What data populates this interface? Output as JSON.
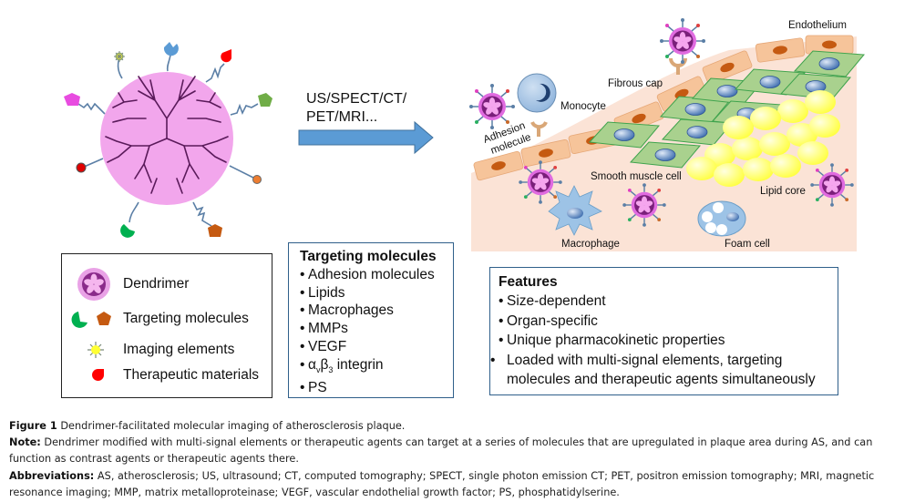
{
  "figure": {
    "modalities_label_line1": "US/SPECT/CT/",
    "modalities_label_line2": "PET/MRI...",
    "plaque_labels": {
      "endothelium": "Endothelium",
      "fibrous_cap": "Fibrous cap",
      "monocyte": "Monocyte",
      "adhesion_molecule_line1": "Adhesion",
      "adhesion_molecule_line2": "molecule",
      "smooth_muscle_cell": "Smooth muscle cell",
      "lipid_core": "Lipid core",
      "macrophage": "Macrophage",
      "foam_cell": "Foam cell"
    },
    "colors": {
      "dendrimer_fill": "#f2a6ec",
      "dendrimer_branches": "#5a1a5a",
      "arrow": "#5b9bd5",
      "tissue": "#fbe3d6",
      "endothelial_cell": "#f6c49a",
      "smooth_muscle": "#a9d18e",
      "lipid": "#ffff66",
      "box_border": "#2f5f8a"
    }
  },
  "legend": {
    "items": [
      {
        "icon": "dendrimer-icon",
        "label": "Dendrimer"
      },
      {
        "icon": "targeting-molecule-icons",
        "label": "Targeting molecules"
      },
      {
        "icon": "imaging-element-icon",
        "label": "Imaging elements"
      },
      {
        "icon": "therapeutic-material-icon",
        "label": "Therapeutic materials"
      }
    ]
  },
  "targeting_molecules": {
    "title": "Targeting molecules",
    "items": [
      "Adhesion molecules",
      "Lipids",
      "Macrophages",
      "MMPs",
      "VEGF",
      "αvβ3 integrin",
      "PS"
    ],
    "integrin_alpha": "α",
    "integrin_alpha_sub": "v",
    "integrin_beta": "β",
    "integrin_beta_sub": "3",
    "integrin_rest": " integrin"
  },
  "features": {
    "title": "Features",
    "items": [
      "Size-dependent",
      "Organ-specific",
      "Unique pharmacokinetic properties",
      "Loaded with multi-signal elements, targeting molecules and therapeutic agents simultaneously"
    ]
  },
  "caption": {
    "figure_label": "Figure 1",
    "figure_text": " Dendrimer-facilitated molecular imaging of atherosclerosis plaque.",
    "note_label": "Note:",
    "note_text": " Dendrimer modified with multi-signal elements or therapeutic agents can target at a series of molecules that are upregulated in plaque area during AS, and can function as contrast agents or therapeutic agents there.",
    "abbrev_label": "Abbreviations:",
    "abbrev_text": " AS, atherosclerosis; US, ultrasound; CT, computed tomography; SPECT, single photon emission CT; PET, positron emission tomography; MRI, magnetic resonance imaging; MMP, matrix metalloproteinase; VEGF, vascular endothelial growth factor; PS, phosphatidylserine."
  }
}
